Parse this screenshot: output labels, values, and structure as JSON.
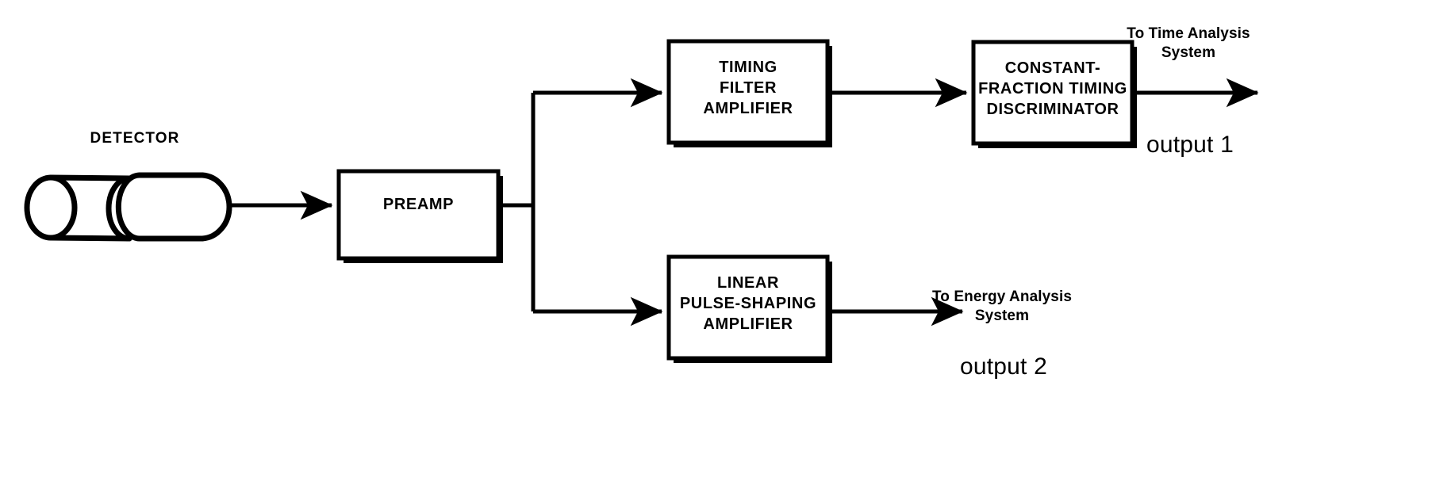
{
  "diagram": {
    "title": "Detector signal processing block diagram",
    "line_color": "#000000",
    "background_color": "#ffffff",
    "detector": {
      "label": "DETECTOR",
      "shape": "cylindrical-detector-icon"
    },
    "blocks": [
      {
        "id": "preamp",
        "label": "PREAMP",
        "lines": [
          "PREAMP"
        ]
      },
      {
        "id": "timing-filter-amplifier",
        "label": "TIMING FILTER AMPLIFIER",
        "lines": [
          "TIMING",
          "FILTER",
          "AMPLIFIER"
        ]
      },
      {
        "id": "constant-fraction-timing-discriminator",
        "label": "CONSTANT-FRACTION TIMING DISCRIMINATOR",
        "lines": [
          "CONSTANT-",
          "FRACTION TIMING",
          "DISCRIMINATOR"
        ]
      },
      {
        "id": "linear-pulse-shaping-amplifier",
        "label": "LINEAR PULSE-SHAPING AMPLIFIER",
        "lines": [
          "LINEAR",
          "PULSE-SHAPING",
          "AMPLIFIER"
        ]
      }
    ],
    "destinations": [
      {
        "id": "time-analysis",
        "lines": [
          "To Time Analysis",
          "System"
        ],
        "output_tag": "output 1"
      },
      {
        "id": "energy-analysis",
        "lines": [
          "To Energy Analysis",
          "System"
        ],
        "output_tag": "output 2"
      }
    ]
  }
}
